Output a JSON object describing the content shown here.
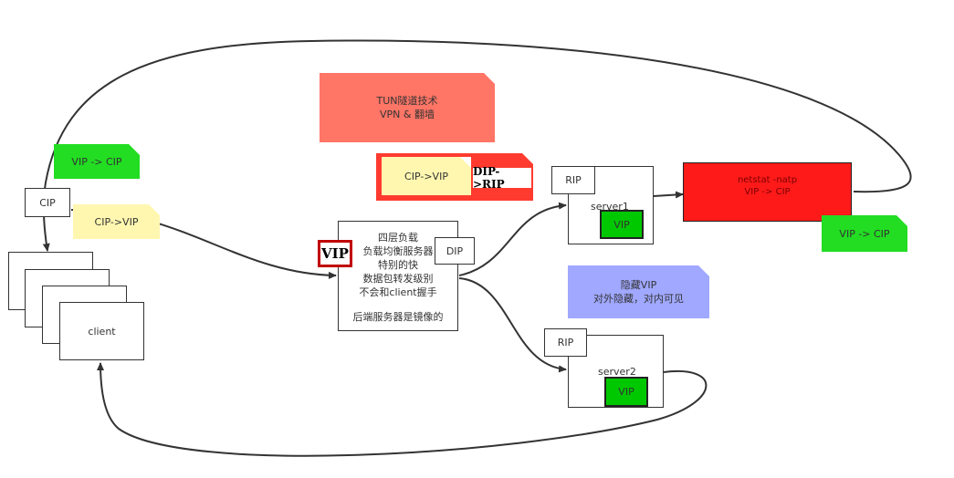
{
  "nodes": {
    "client": "client",
    "cip": "CIP",
    "lb": {
      "lines": [
        "四层负载",
        "负载均衡服务器",
        "特别的快",
        "数据包转发级别",
        "不会和client握手",
        "",
        "后端服务器是镜像的"
      ],
      "vip": "VIP",
      "dip": "DIP"
    },
    "server1": {
      "label": "server1",
      "rip": "RIP",
      "vip": "VIP"
    },
    "server2": {
      "label": "server2",
      "rip": "RIP",
      "vip": "VIP"
    },
    "netstat": {
      "line1": "netstat -natp",
      "line2": "VIP -> CIP"
    }
  },
  "notes": {
    "tun": {
      "line1": "TUN隧道技术",
      "line2": "VPN  &  翻墙"
    },
    "green_left": "VIP -> CIP",
    "cip_vip_left": "CIP->VIP",
    "tunnel_inner": "CIP->VIP",
    "tunnel_outer": "DIP->RIP",
    "green_right": "VIP -> CIP",
    "hide_vip": {
      "line1": "隐藏VIP",
      "line2": "对外隐藏，对内可见"
    }
  },
  "colors": {
    "green": "#22dd22",
    "yellow": "#fff7b0",
    "salmon": "#ff7566",
    "red": "#ff1a1a",
    "purple": "#a0a8ff",
    "tunnel_red": "#ff3b2f"
  }
}
